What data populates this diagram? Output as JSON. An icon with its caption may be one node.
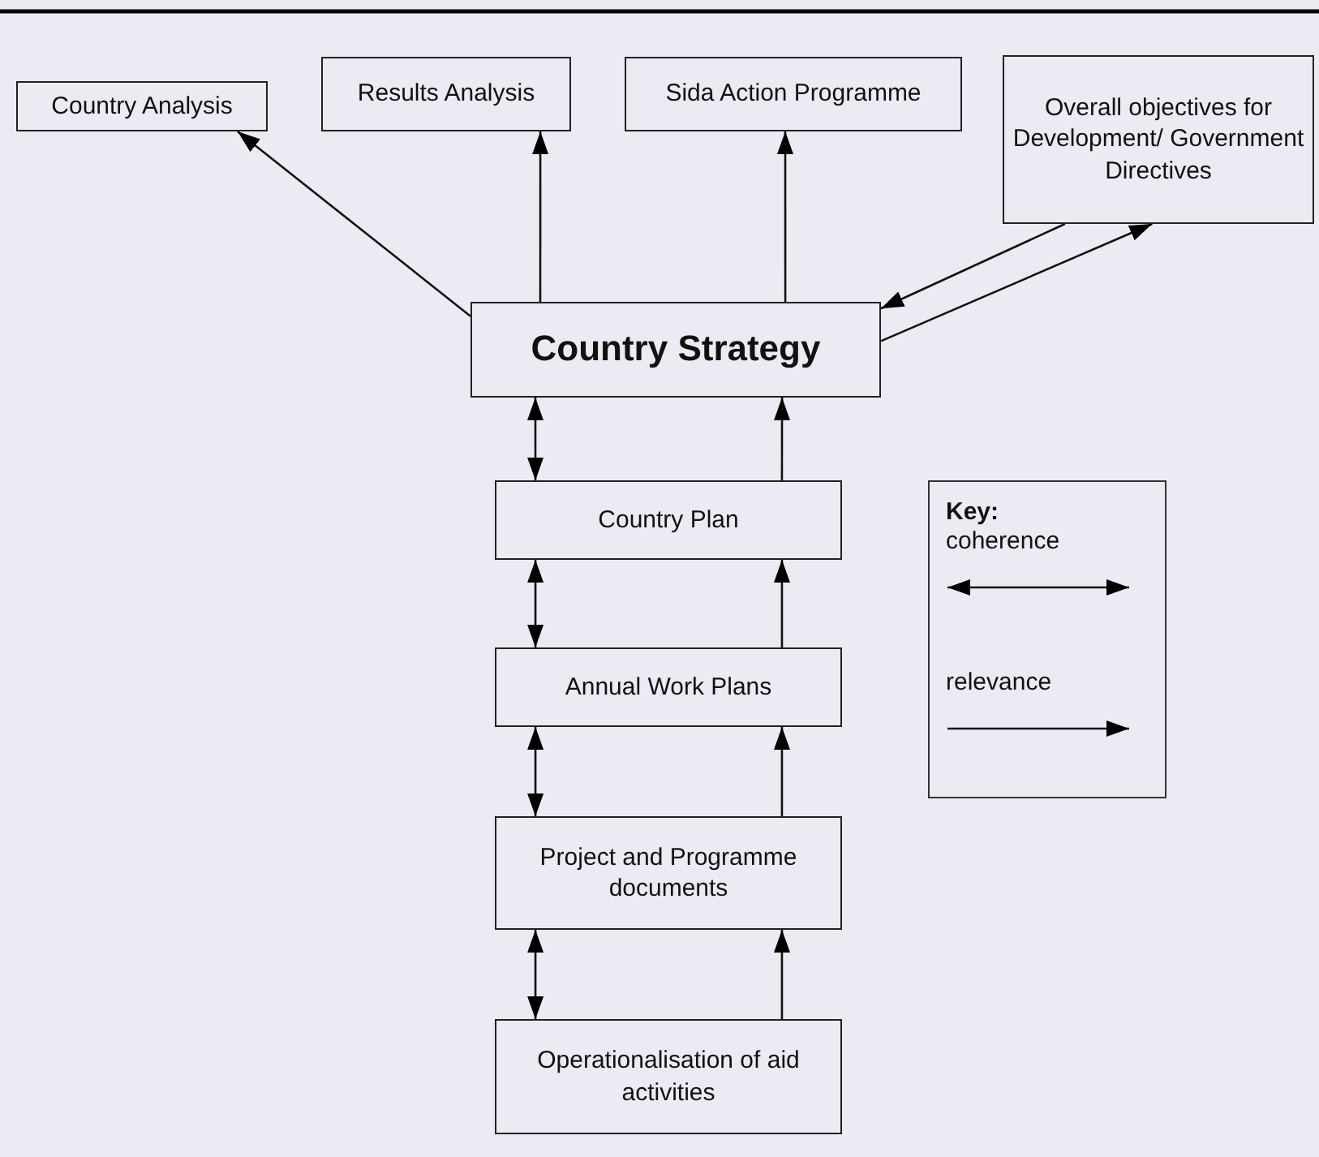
{
  "diagram": {
    "nodes": [
      {
        "text": [
          "Country Analysis"
        ]
      },
      {
        "text": [
          "Results Analysis"
        ]
      },
      {
        "text": [
          "Sida Action Programme"
        ]
      },
      {
        "text": [
          "Overall objectives for Development/ Government Directives"
        ]
      },
      {
        "text": [
          "Country Strategy"
        ]
      },
      {
        "text": [
          "Country Plan"
        ]
      },
      {
        "text": [
          "Annual Work Plans"
        ]
      },
      {
        "text": [
          "Project and Programme documents"
        ]
      },
      {
        "text": [
          "Operationalisation of aid activities"
        ]
      }
    ],
    "edges": [
      {
        "from": 4,
        "to": 0,
        "arrow": "to"
      },
      {
        "from": 4,
        "to": 1,
        "arrow": "to"
      },
      {
        "from": 4,
        "to": 2,
        "arrow": "to"
      },
      {
        "from": 3,
        "to": 4,
        "arrow": "to"
      },
      {
        "from": 4,
        "to": 3,
        "arrow": "to"
      },
      {
        "from": 4,
        "to": 5,
        "arrow": "both"
      },
      {
        "from": 5,
        "to": 6,
        "arrow": "both"
      },
      {
        "from": 6,
        "to": 7,
        "arrow": "both"
      },
      {
        "from": 7,
        "to": 8,
        "arrow": "both"
      },
      {
        "from": 5,
        "to": 4,
        "arrow": "to"
      },
      {
        "from": 6,
        "to": 5,
        "arrow": "to"
      },
      {
        "from": 7,
        "to": 6,
        "arrow": "to"
      },
      {
        "from": 8,
        "to": 7,
        "arrow": "to"
      }
    ],
    "labels": [
      "Key:"
    ],
    "legend": [
      {
        "text": "coherence"
      },
      {
        "text": "relevance"
      }
    ]
  }
}
